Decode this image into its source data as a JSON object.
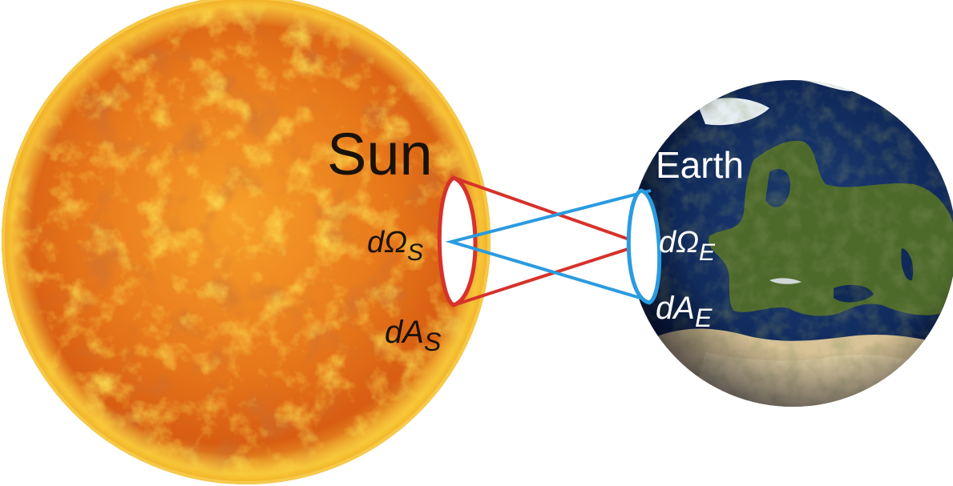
{
  "sun": {
    "label": "Sun",
    "solid_angle_symbol": "dΩ",
    "solid_angle_sub": "S",
    "area_symbol": "dA",
    "area_sub": "S"
  },
  "earth": {
    "label": "Earth",
    "solid_angle_symbol": "dΩ",
    "solid_angle_sub": "E",
    "area_symbol": "dA",
    "area_sub": "E"
  },
  "colors": {
    "sun_cone": "#d6322a",
    "earth_cone": "#2b9be0",
    "sun_text": "#1a1208",
    "earth_text": "#ffffff",
    "sun_core": "#f4a21a",
    "sun_rim": "#f2c23a",
    "earth_ocean": "#102a5a",
    "earth_land": "#4f6a2c",
    "earth_ice": "#f2f6f8",
    "earth_desert": "#d9c49a"
  }
}
